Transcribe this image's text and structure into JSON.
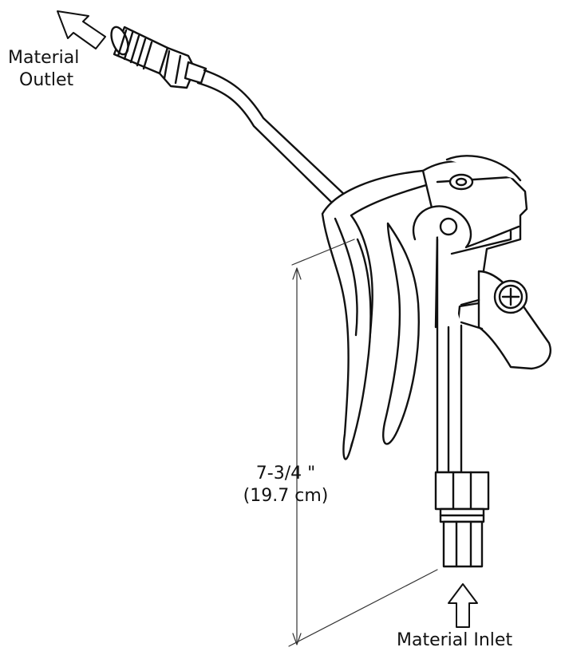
{
  "labels": {
    "outlet_line1": "Material",
    "outlet_line2": "Outlet",
    "dimension_line1": "7-3/4 \"",
    "dimension_line2": "(19.7 cm)",
    "inlet": "Material Inlet"
  },
  "colors": {
    "stroke": "#111111",
    "background": "#ffffff",
    "dimension": "#333333"
  },
  "icons": {
    "outlet_arrow": "arrow-up-left-outline",
    "inlet_arrow": "arrow-up-outline",
    "screw": "phillips-screw",
    "socket": "hex-socket"
  }
}
